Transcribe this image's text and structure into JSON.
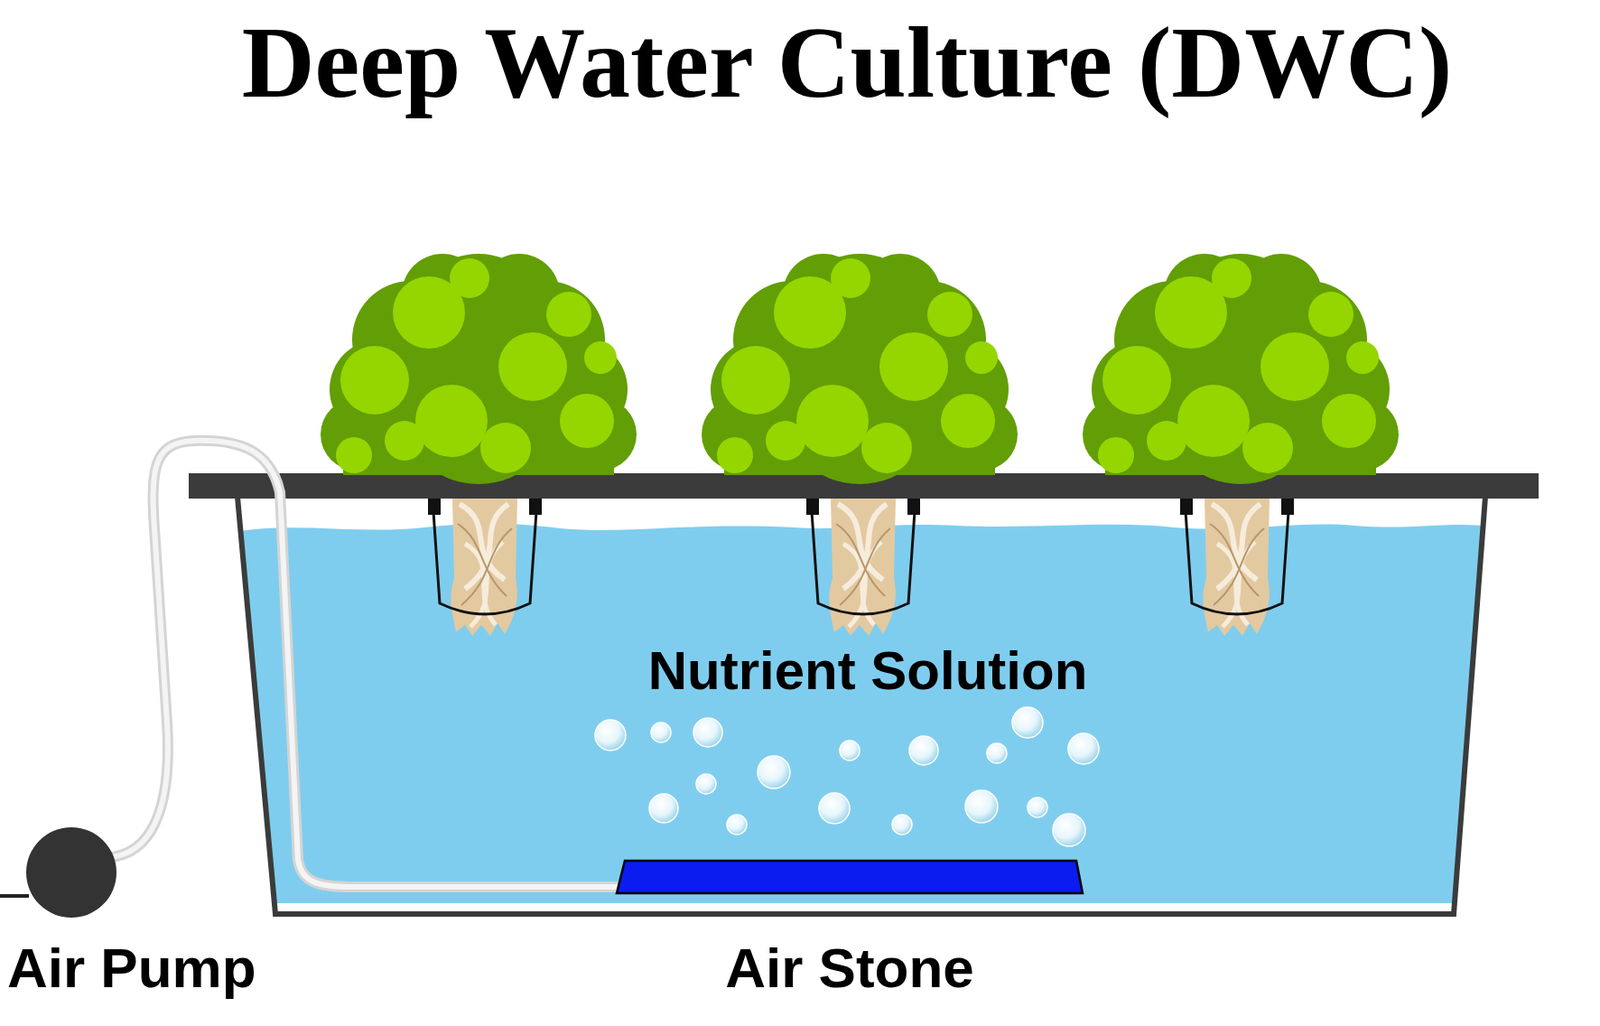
{
  "diagram": {
    "title": "Deep Water Culture (DWC)",
    "nodes": [
      {
        "text": [
          "Nutrient Solution"
        ]
      },
      {
        "text": [
          "Air Stone"
        ],
        "in": 0
      },
      {
        "text": [
          "Air Pump"
        ]
      }
    ],
    "edges": [
      {
        "from": 2,
        "to": 1,
        "arrow": "none"
      }
    ]
  }
}
